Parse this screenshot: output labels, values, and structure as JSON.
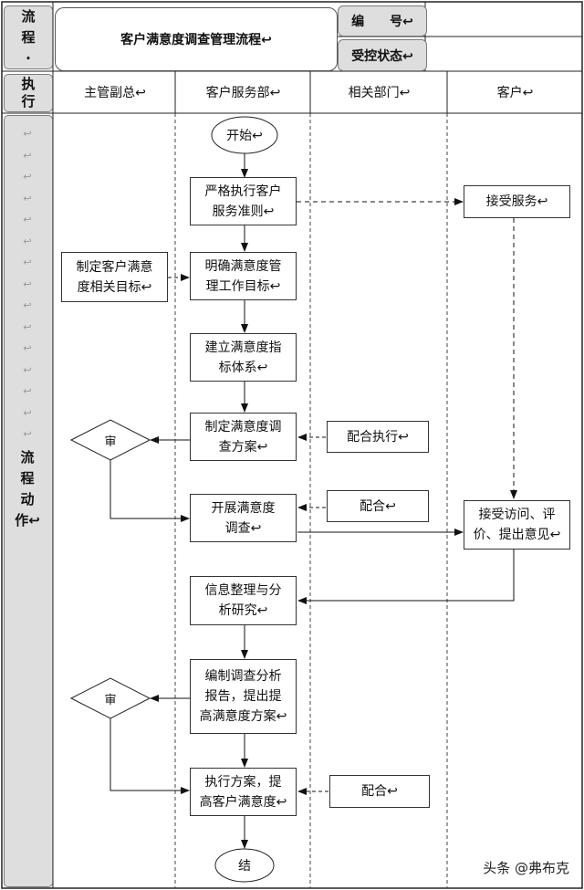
{
  "header": {
    "flow_label": "流\n程\n·",
    "title": "客户满意度调查管理流程↩",
    "number_label": "编　　号↩",
    "control_status_label": "受控状态↩"
  },
  "columns": {
    "exec_label": "执\n行",
    "col1": "主管副总↩",
    "col2": "客户服务部↩",
    "col3": "相关部门↩",
    "col4": "客户↩"
  },
  "side": {
    "marks": "↩\n↩\n↩\n↩\n↩\n↩\n↩\n↩\n↩\n↩\n↩\n↩\n↩\n↩\n↩",
    "label": "流\n程\n动\n作↩"
  },
  "nodes": {
    "start": "开始↩",
    "strict": "严格执行客户\n服务准则↩",
    "accept_service": "接受服务↩",
    "set_goal": "制定客户满意\n度相关目标↩",
    "clarify": "明确满意度管\n理工作目标↩",
    "build_index": "建立满意度指\n标体系↩",
    "plan": "制定满意度调\n查方案↩",
    "coop_exec": "配合执行↩",
    "review1": "审",
    "survey": "开展满意度\n调查↩",
    "coop1": "配合↩",
    "feedback": "接受访问、评\n价、提出意见↩",
    "analyze": "信息整理与分\n析研究↩",
    "report": "编制调查分析\n报告，提出提\n高满意度方案↩",
    "review2": "审",
    "execute": "执行方案，提\n高客户满意度↩",
    "coop2": "配合↩",
    "end": "结"
  },
  "watermark": "头条 @弗布克"
}
